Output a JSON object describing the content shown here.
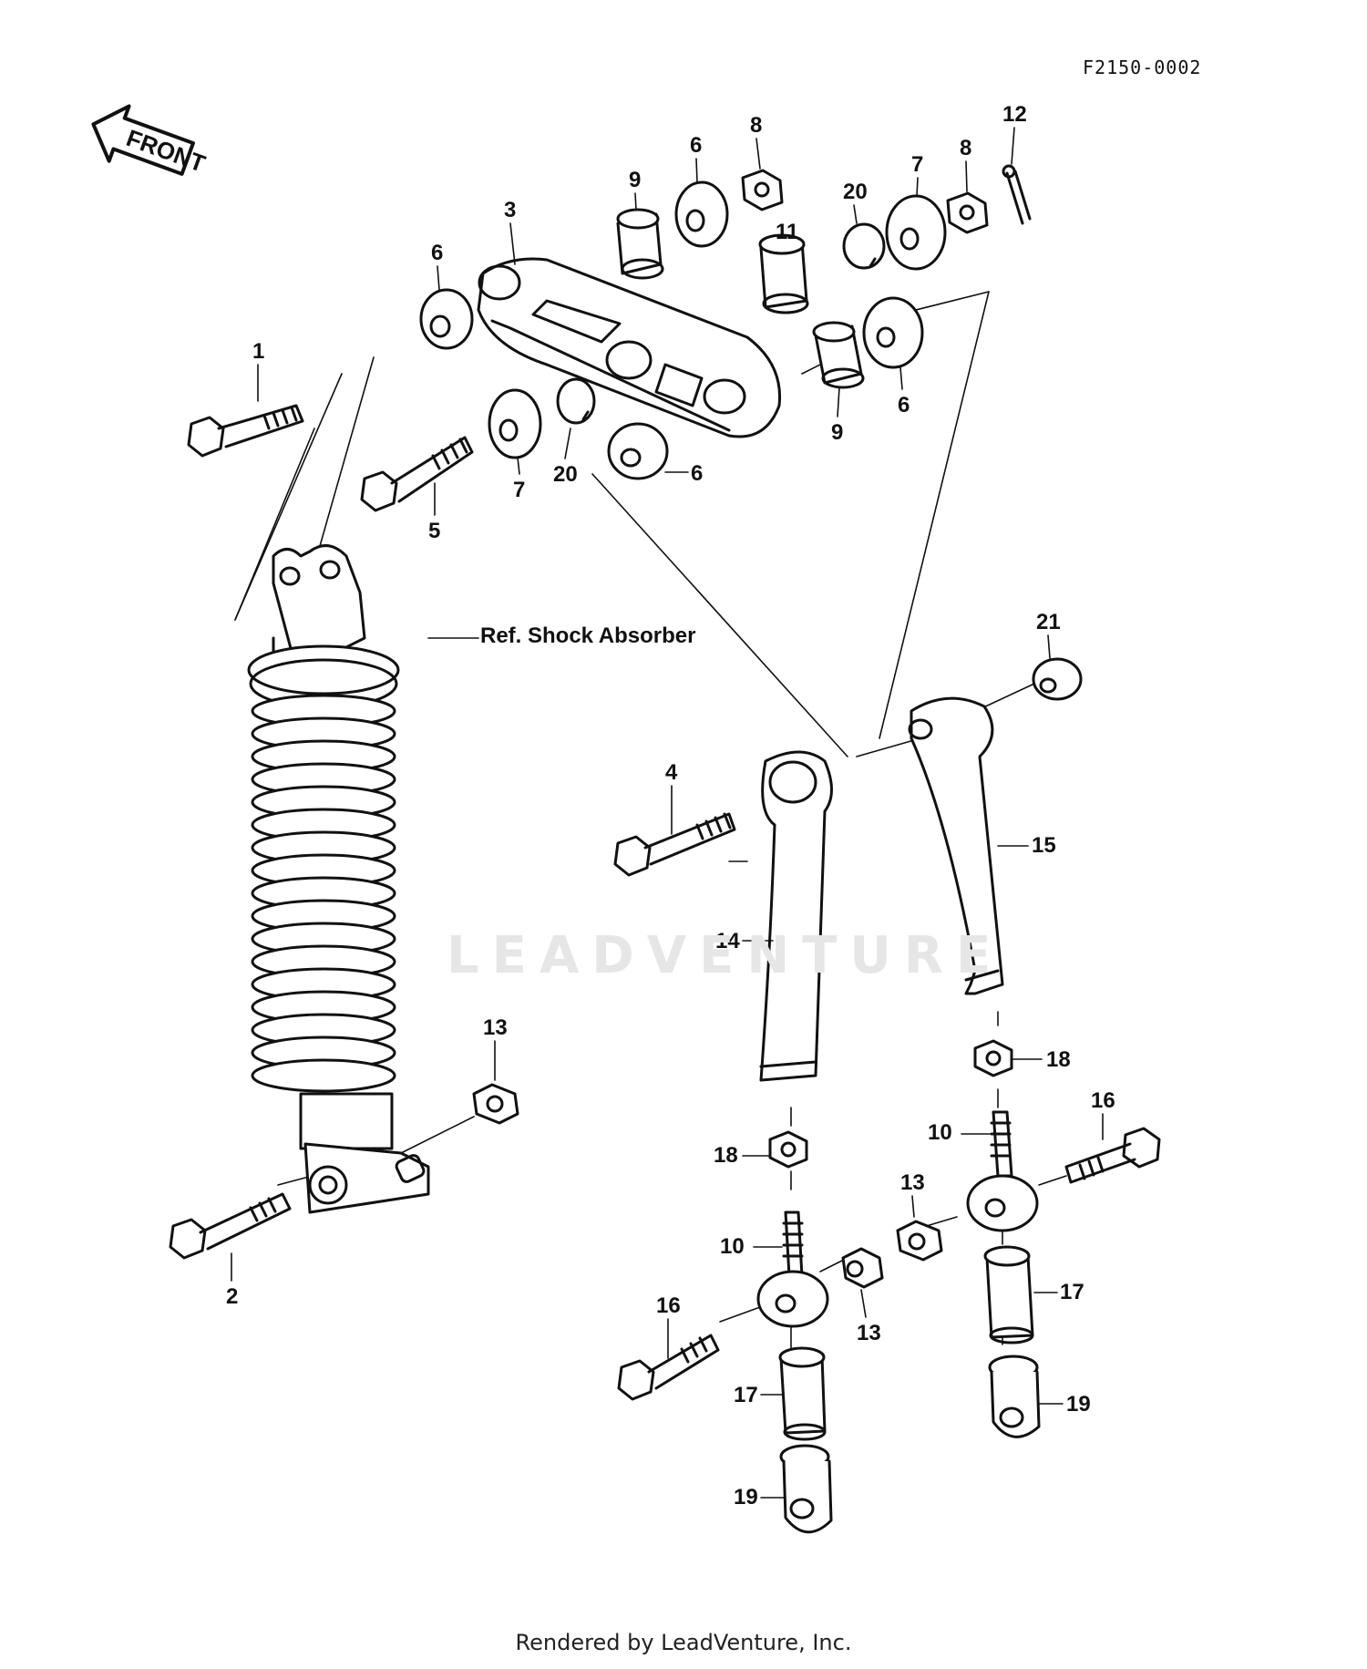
{
  "drawing_code": "F2150-0002",
  "front_arrow_label": "FRONT",
  "reference_label": "Ref. Shock Absorber",
  "watermark": "LEADVENTURE",
  "footer": "Rendered by LeadVenture, Inc.",
  "callouts": [
    "1",
    "2",
    "3",
    "4",
    "5",
    "6",
    "6",
    "6",
    "6",
    "7",
    "7",
    "8",
    "8",
    "9",
    "9",
    "10",
    "10",
    "11",
    "12",
    "13",
    "13",
    "13",
    "14",
    "15",
    "16",
    "16",
    "17",
    "17",
    "18",
    "18",
    "19",
    "19",
    "20",
    "20",
    "21"
  ],
  "colors": {
    "line": "#111111",
    "watermark": "#e6e6e6"
  }
}
